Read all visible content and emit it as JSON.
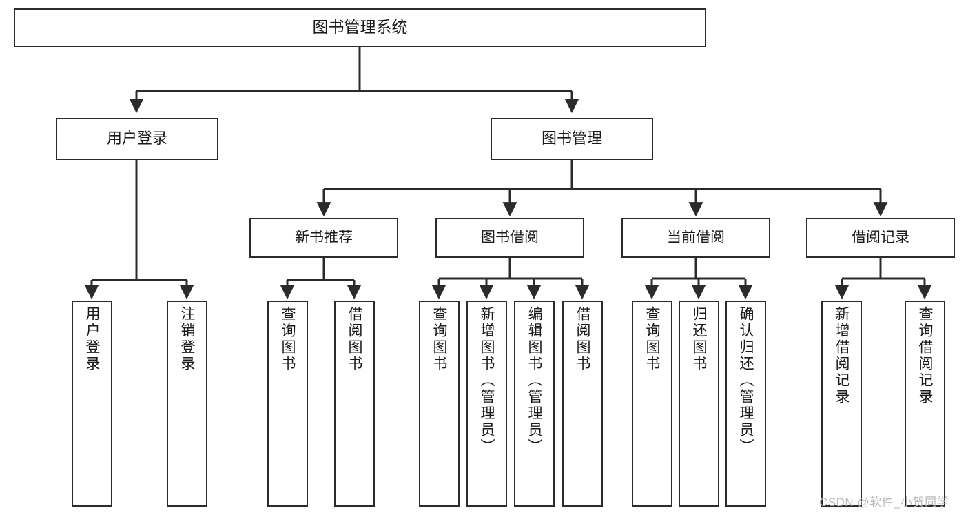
{
  "diagram": {
    "title": "图书管理系统",
    "type": "tree-hierarchy-chart",
    "colors": {
      "box_border": "#2b2b2b",
      "box_fill": "#ffffff",
      "edge": "#2b2b2b",
      "text": "#1a1a1a",
      "watermark": "#b9b9b9"
    },
    "watermark": "CSDN @软件_小贺同学",
    "root": {
      "label": "图书管理系统"
    },
    "level1": [
      {
        "label": "用户登录"
      },
      {
        "label": "图书管理"
      }
    ],
    "level2": [
      {
        "label": "新书推荐"
      },
      {
        "label": "图书借阅"
      },
      {
        "label": "当前借阅"
      },
      {
        "label": "借阅记录"
      }
    ],
    "leaves": {
      "user_login": [
        {
          "label": "用户登录"
        },
        {
          "label": "注销登录"
        }
      ],
      "new_book_recommend": [
        {
          "label": "查询图书"
        },
        {
          "label": "借阅图书"
        }
      ],
      "book_borrow": [
        {
          "label": "查询图书"
        },
        {
          "label": "新增图书（管理员）"
        },
        {
          "label": "编辑图书（管理员）"
        },
        {
          "label": "借阅图书"
        }
      ],
      "current_borrow": [
        {
          "label": "查询图书"
        },
        {
          "label": "归还图书"
        },
        {
          "label": "确认归还（管理员）"
        }
      ],
      "borrow_record": [
        {
          "label": "新增借阅记录"
        },
        {
          "label": "查询借阅记录"
        }
      ]
    }
  }
}
